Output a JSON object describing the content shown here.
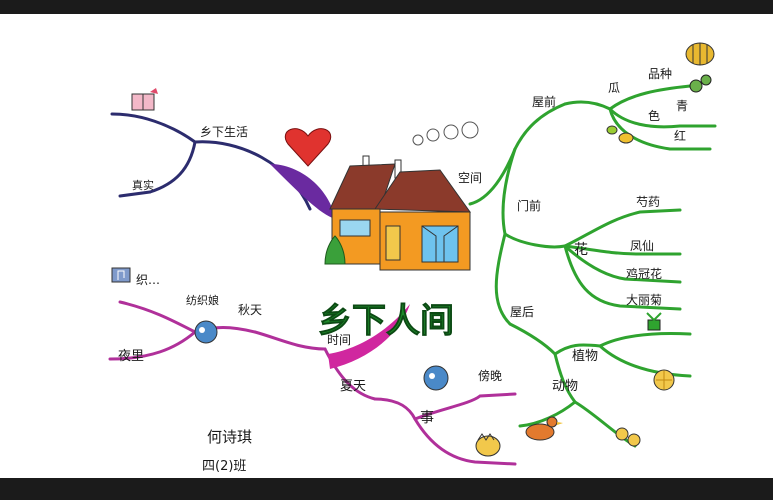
{
  "central_topic": "乡下人间",
  "branches": {
    "life": {
      "label": "乡下生活",
      "sub": [
        "真实"
      ]
    },
    "space": {
      "label": "空间",
      "front_of_house": {
        "label": "屋前",
        "items": [
          "瓜",
          "品种",
          "色",
          "青",
          "红"
        ]
      },
      "doorway": {
        "label": "门前",
        "flower": "花",
        "items": [
          "芍药",
          "凤仙",
          "鸡冠花",
          "大丽菊"
        ]
      },
      "back_of_house": {
        "label": "屋后",
        "plants": "植物",
        "animals": "动物"
      }
    },
    "time": {
      "label": "时间",
      "autumn": {
        "label": "秋天",
        "sub": "纺织娘",
        "note": "织…"
      },
      "night": "夜里",
      "summer": {
        "label": "夏天",
        "thing": "事",
        "meal": "傍晚"
      }
    }
  },
  "author": {
    "name": "何诗琪",
    "class": "四(2)班"
  },
  "colors": {
    "life_branch": "#2c2c6e",
    "space_branch": "#2fa32f",
    "time_branch": "#b0309a",
    "title_fill": "#1e8a2a"
  }
}
